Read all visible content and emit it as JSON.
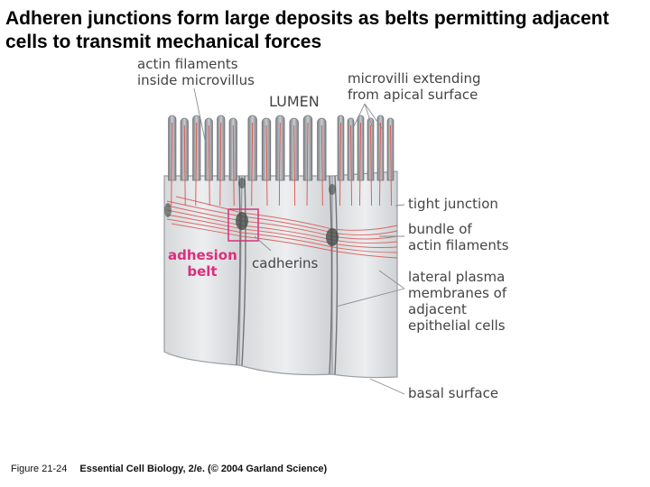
{
  "title": "Adheren junctions form large deposits as belts permitting adjacent cells to transmit mechanical forces",
  "labels": {
    "actin_filaments_inside": "actin filaments\ninside microvillus",
    "lumen": "LUMEN",
    "microvilli": "microvilli extending\nfrom apical surface",
    "tight_junction": "tight junction",
    "bundle": "bundle of\nactin filaments",
    "adhesion_belt": "adhesion\nbelt",
    "cadherins": "cadherins",
    "lateral": "lateral plasma\nmembranes of\nadjacent\nepithelial cells",
    "basal": "basal surface"
  },
  "caption": {
    "figure": "Figure 21-24",
    "source": "Essential Cell Biology, 2/e. (© 2004 Garland Science)"
  },
  "colors": {
    "actin": "#d9534f",
    "adhesion_label": "#d9307c",
    "cell_fill": "#e4e6e8",
    "microvilli": "#8f9296"
  }
}
